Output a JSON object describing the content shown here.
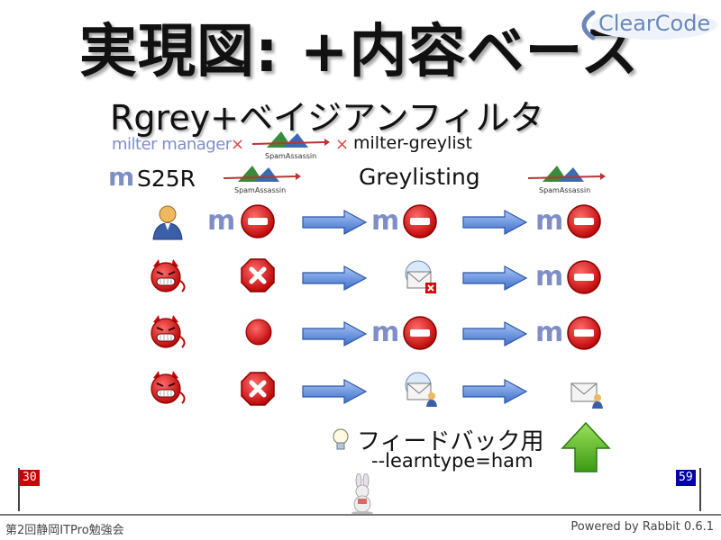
{
  "slide": {
    "title": "実現図: +内容ベース",
    "subtitle": "Rgrey+ベイジアンフィルタ",
    "logo_text": "ClearCode",
    "labels": {
      "milter_manager": "milter manager",
      "milter_greylist": "milter-greylist",
      "s25r": "S25R",
      "greylisting": "Greylisting",
      "spamassassin": "SpamAssassin",
      "m_glyph": "m",
      "times": "×"
    },
    "feedback_text": "フィードバック用",
    "learntype_text": "--learntype=ham"
  },
  "footer": {
    "event": "第2回静岡ITPro勉強会",
    "powered_by": "Powered by Rabbit 0.6.1",
    "page_current": "30",
    "page_total": "59"
  },
  "colors": {
    "accent_red": "#cc0000",
    "accent_blue": "#0000aa",
    "arrow_blue": "#4f7fd1",
    "up_arrow_green": "#4caf1a"
  }
}
